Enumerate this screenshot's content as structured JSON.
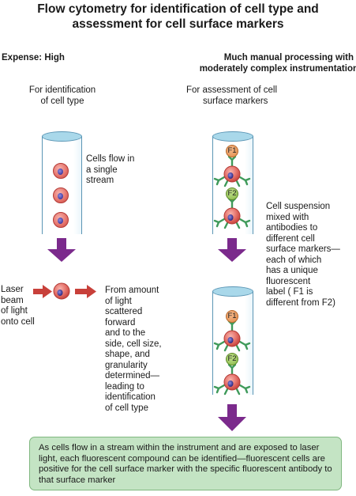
{
  "title_line1": "Flow cytometry for identification of cell type and",
  "title_line2": "assessment for cell surface markers",
  "left_heading": "Expense: High",
  "right_heading_line1": "Much manual processing with",
  "right_heading_line2": "moderately complex instrumentation",
  "left_sub": [
    "For identification",
    "of cell type"
  ],
  "right_sub": [
    "For assessment of cell",
    "surface markers"
  ],
  "cells_flow": [
    "Cells flow in",
    "a single",
    "stream"
  ],
  "laser": [
    "Laser",
    "beam",
    "of light",
    "onto cell"
  ],
  "scatter": [
    "From amount",
    "of light",
    "scattered",
    "forward",
    "and to the",
    "side, cell size,",
    "shape, and",
    "granularity",
    "determined—",
    "leading to",
    "identification",
    "of cell type"
  ],
  "suspension": [
    "Cell suspension",
    "mixed with",
    "antibodies to",
    "different cell",
    "surface markers—",
    "each of which",
    "has a unique",
    "fluorescent",
    "label ( F1 is",
    "different from F2)"
  ],
  "label_f1": "F1",
  "label_f2": "F2",
  "result": "As cells flow in a stream within the instrument and are exposed to laser light, each fluorescent compound can be identified—fluorescent cells are positive for the cell surface marker with the specific fluorescent antibody to that surface marker",
  "colors": {
    "arrow_purple": "#7b2a8c",
    "arrow_red": "#c8403a",
    "tube_top": "#a9d8ea",
    "antibody_green": "#3f9a5a",
    "result_box": "#c4e4c4"
  }
}
